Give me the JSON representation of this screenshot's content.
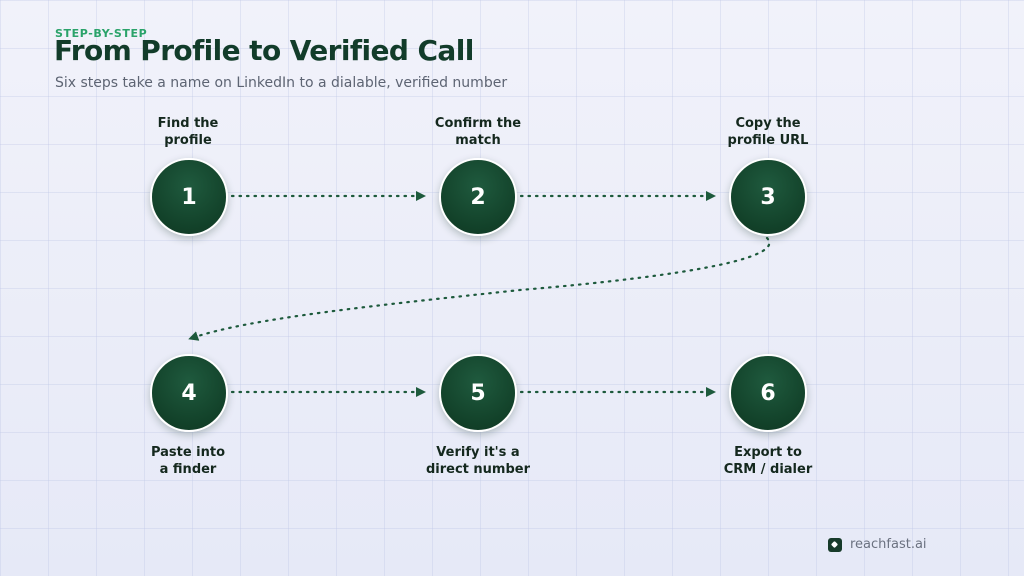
{
  "header": {
    "eyebrow": "STEP-BY-STEP",
    "title": "From Profile to Verified Call",
    "subtitle": "Six steps take a name on LinkedIn to a dialable, verified number"
  },
  "steps": [
    {
      "number": "1",
      "label_line1": "Find the",
      "label_line2": "profile"
    },
    {
      "number": "2",
      "label_line1": "Confirm the",
      "label_line2": "match"
    },
    {
      "number": "3",
      "label_line1": "Copy the",
      "label_line2": "profile URL"
    },
    {
      "number": "4",
      "label_line1": "Paste into",
      "label_line2": "a finder"
    },
    {
      "number": "5",
      "label_line1": "Verify it's a",
      "label_line2": "direct number"
    },
    {
      "number": "6",
      "label_line1": "Export to",
      "label_line2": "CRM / dialer"
    }
  ],
  "brand": {
    "name": "reachfast.ai"
  },
  "colors": {
    "accent": "#2aa36a",
    "node": "#124129",
    "title": "#123c2a"
  }
}
